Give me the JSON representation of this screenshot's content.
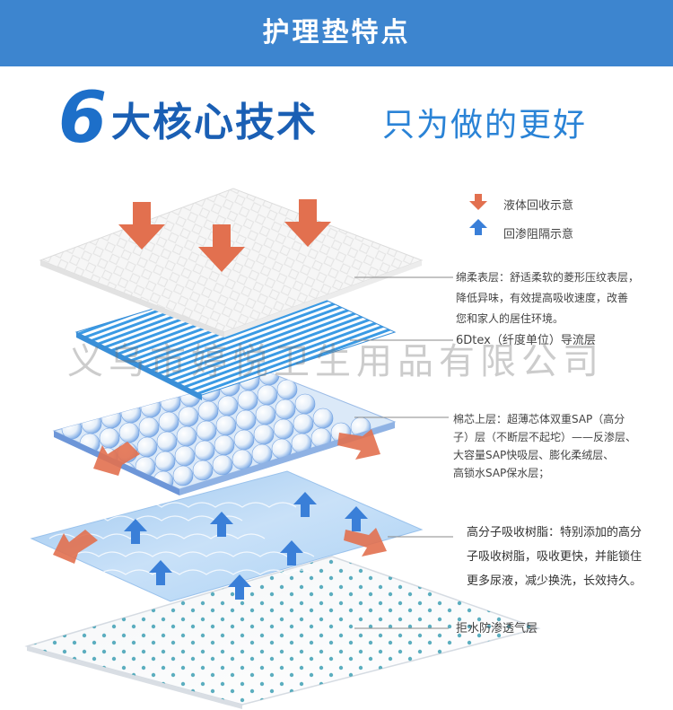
{
  "header": {
    "title": "护理垫特点"
  },
  "headline": {
    "number": "6",
    "main": "大核心技术",
    "sub": "只为做的更好"
  },
  "legend": {
    "down_label": "液体回收示意",
    "up_label": "回渗阻隔示意"
  },
  "watermark": "义乌市婷悦卫生用品有限公司",
  "layers": [
    {
      "lines": [
        "绵柔表层：舒适柔软的菱形压纹表层，",
        "降低异味，有效提高吸收速度，改善",
        "您和家人的居住环境。"
      ]
    },
    {
      "lines": [
        "6Dtex（纤度单位）导流层"
      ]
    },
    {
      "lines": [
        "棉芯上层：超薄芯体双重SAP（高分",
        "子）层（不断层不起坨）——反渗层、",
        "大容量SAP快吸层、膨化柔绒层、",
        "高锁水SAP保水层；"
      ]
    },
    {
      "lines": [
        "高分子吸收树脂：特别添加的高分",
        "子吸收树脂，吸收更快，并能锁住",
        "更多尿液，减少换洗，长效持久。"
      ]
    },
    {
      "lines": [
        "拒水防渗透气层"
      ]
    }
  ],
  "colors": {
    "header_bg": "#3d85cf",
    "headline": "#1a5fb4",
    "down_arrow": "#e2704f",
    "up_arrow": "#3a7fd8"
  }
}
